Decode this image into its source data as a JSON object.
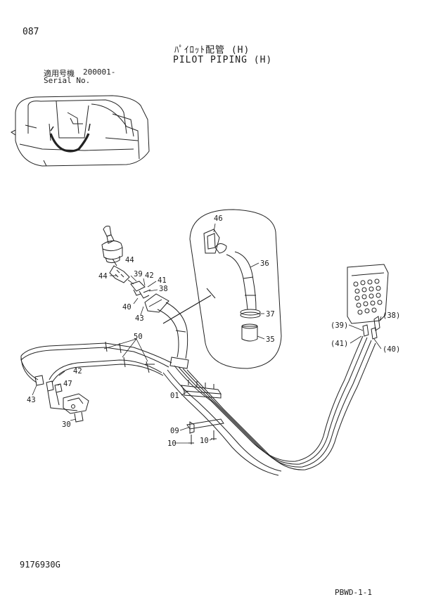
{
  "header": {
    "page_number": "087",
    "title_jp": "ﾊﾟｲﾛｯﾄ配管 (H)",
    "title_en": "PILOT PIPING (H)",
    "serial_label_jp": "適用号機",
    "serial_label_en": "Serial No.",
    "serial_range": "200001-"
  },
  "footer": {
    "document_number": "9176930G",
    "page_code": "PBWD-1-1"
  },
  "callouts": {
    "c01": "01",
    "c09": "09",
    "c10a": "10",
    "c10b": "10",
    "c30": "30",
    "c35": "35",
    "c36": "36",
    "c37": "37",
    "c38": "38",
    "c38p": "(38)",
    "c39": "39",
    "c39p": "(39)",
    "c40": "40",
    "c40p": "(40)",
    "c41": "41",
    "c41p": "(41)",
    "c42a": "42",
    "c42b": "42",
    "c43a": "43",
    "c43b": "43",
    "c44a": "44",
    "c44b": "44",
    "c46": "46",
    "c47": "47",
    "c50": "50"
  }
}
